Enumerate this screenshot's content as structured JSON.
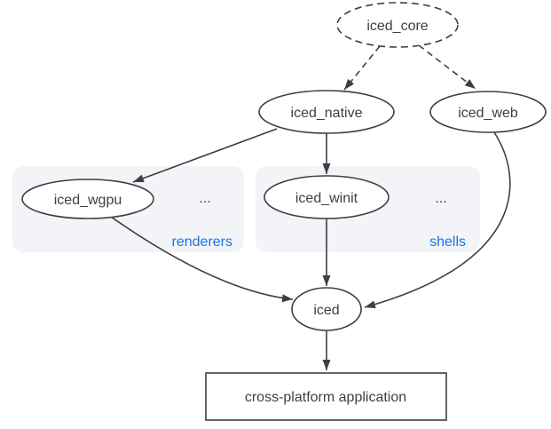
{
  "diagram": {
    "type": "dependency-graph",
    "colors": {
      "background": "#ffffff",
      "node_stroke": "#3c4043",
      "node_fill": "#ffffff",
      "text": "#3c4043",
      "group_fill": "#f2f4f7",
      "group_label_text": "#1a73e8"
    },
    "nodes": {
      "iced_core": {
        "label": "iced_core",
        "shape": "ellipse",
        "border": "dashed"
      },
      "iced_native": {
        "label": "iced_native",
        "shape": "ellipse",
        "border": "solid"
      },
      "iced_web": {
        "label": "iced_web",
        "shape": "ellipse",
        "border": "solid"
      },
      "iced_wgpu": {
        "label": "iced_wgpu",
        "shape": "ellipse",
        "border": "solid"
      },
      "iced_winit": {
        "label": "iced_winit",
        "shape": "ellipse",
        "border": "solid"
      },
      "iced": {
        "label": "iced",
        "shape": "ellipse",
        "border": "solid"
      },
      "app": {
        "label": "cross-platform application",
        "shape": "rectangle",
        "border": "solid"
      }
    },
    "groups": {
      "renderers": {
        "label": "renderers",
        "ellipsis": "...",
        "contains": [
          "iced_wgpu"
        ]
      },
      "shells": {
        "label": "shells",
        "ellipsis": "...",
        "contains": [
          "iced_winit"
        ]
      }
    },
    "edges": [
      {
        "from": "iced_core",
        "to": "iced_native",
        "style": "dashed"
      },
      {
        "from": "iced_core",
        "to": "iced_web",
        "style": "dashed"
      },
      {
        "from": "iced_native",
        "to": "iced_wgpu",
        "style": "solid"
      },
      {
        "from": "iced_native",
        "to": "iced_winit",
        "style": "solid"
      },
      {
        "from": "iced_wgpu",
        "to": "iced",
        "style": "solid"
      },
      {
        "from": "iced_winit",
        "to": "iced",
        "style": "solid"
      },
      {
        "from": "iced_web",
        "to": "iced",
        "style": "solid"
      },
      {
        "from": "iced",
        "to": "app",
        "style": "solid"
      }
    ]
  }
}
